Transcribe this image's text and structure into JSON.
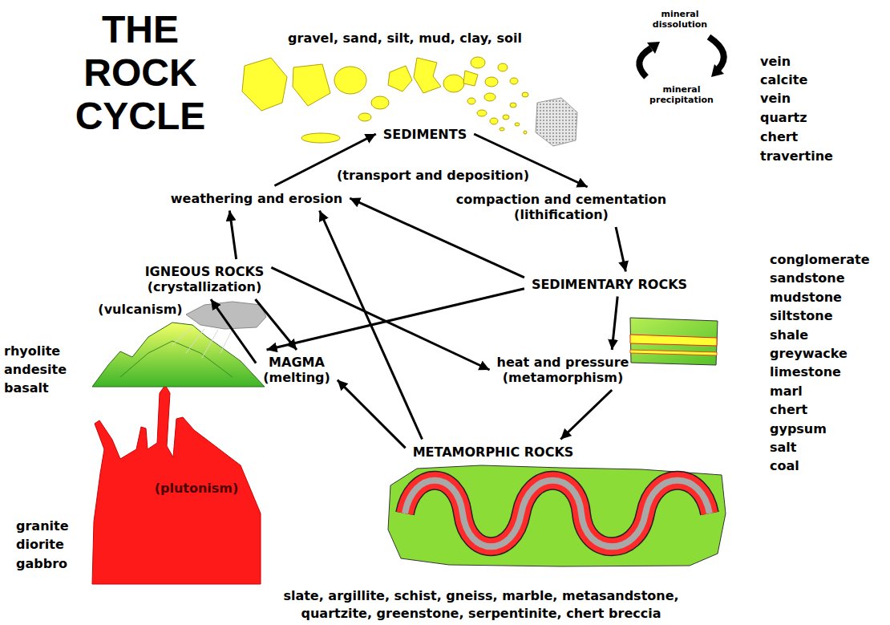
{
  "diagram": {
    "title": "THE ROCK CYCLE",
    "nodes": [
      {
        "text": [
          "weathering and erosion"
        ]
      },
      {
        "text": [
          "SEDIMENTS"
        ]
      },
      {
        "text": [
          "compaction and cementation",
          "(lithification)"
        ]
      },
      {
        "text": [
          "SEDIMENTARY ROCKS"
        ]
      },
      {
        "text": [
          "IGNEOUS ROCKS",
          "(crystallization)"
        ]
      },
      {
        "text": [
          "MAGMA",
          "(melting)"
        ]
      },
      {
        "text": [
          "heat and pressure",
          "(metamorphism)"
        ]
      },
      {
        "text": [
          "METAMORPHIC ROCKS"
        ]
      }
    ],
    "edges": [
      {
        "from": 0,
        "to": 1,
        "arrow": "to"
      },
      {
        "from": 1,
        "to": 2,
        "arrow": "to"
      },
      {
        "from": 2,
        "to": 3,
        "arrow": "to"
      },
      {
        "from": 3,
        "to": 0,
        "arrow": "to"
      },
      {
        "from": 3,
        "to": 5,
        "arrow": "to"
      },
      {
        "from": 3,
        "to": 6,
        "arrow": "to"
      },
      {
        "from": 6,
        "to": 7,
        "arrow": "to"
      },
      {
        "from": 7,
        "to": 5,
        "arrow": "to"
      },
      {
        "from": 7,
        "to": 0,
        "arrow": "to"
      },
      {
        "from": 4,
        "to": 0,
        "arrow": "to"
      },
      {
        "from": 4,
        "to": 5,
        "arrow": "to"
      },
      {
        "from": 4,
        "to": 6,
        "arrow": "to"
      },
      {
        "from": 5,
        "to": 4,
        "arrow": "to"
      }
    ],
    "labels": [
      "gravel, sand, silt, mud, clay, soil",
      "mineral dissolution",
      "mineral precipitation",
      "vein",
      "calcite",
      "vein",
      "quartz",
      "chert",
      "travertine",
      "(transport and deposition)",
      "(vulcanism)",
      "conglomerate",
      "sandstone",
      "mudstone",
      "siltstone",
      "shale",
      "greywacke",
      "limestone",
      "marl",
      "chert",
      "gypsum",
      "salt",
      "coal",
      "rhyolite",
      "andesite",
      "basalt",
      "(plutonism)",
      "granite",
      "diorite",
      "gabbro",
      "slate, argillite, schist, gneiss, marble, metasandstone,",
      "quartzite, greenstone, serpentinite, chert breccia"
    ]
  }
}
